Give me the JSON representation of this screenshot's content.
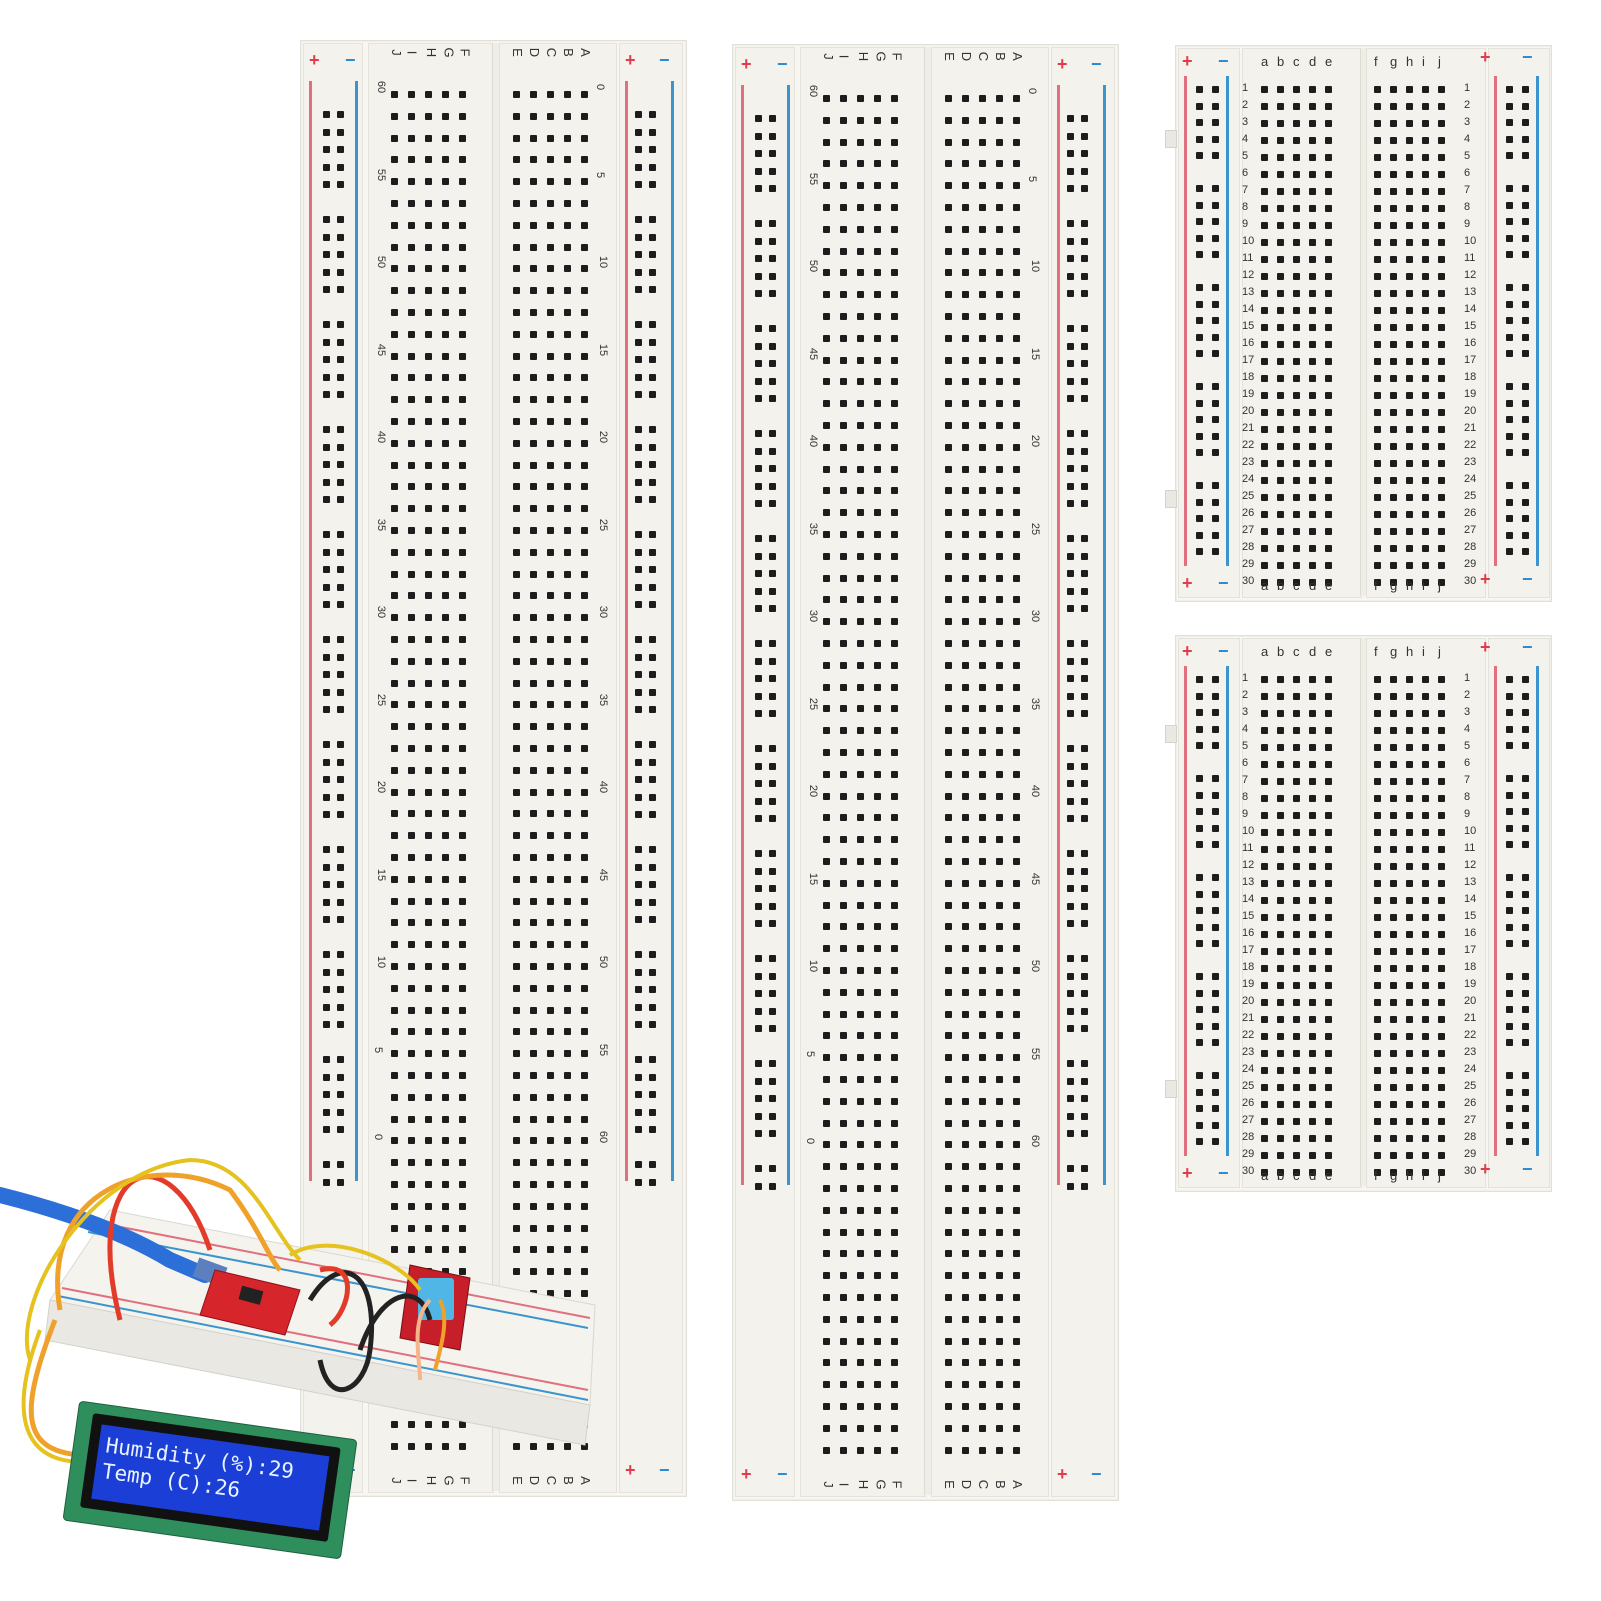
{
  "symbols": {
    "plus": "+",
    "minus": "−"
  },
  "large_boards": {
    "board1": {
      "cols_left": [
        "J",
        "I",
        "H",
        "G",
        "F"
      ],
      "cols_right": [
        "E",
        "D",
        "C",
        "B",
        "A"
      ],
      "numbers_left": [
        "60",
        "55",
        "50",
        "45",
        "40",
        "35",
        "30",
        "25",
        "20",
        "15",
        "10",
        "5",
        "0"
      ],
      "numbers_right": [
        "0",
        "5",
        "10",
        "15",
        "20",
        "25",
        "30",
        "35",
        "40",
        "45",
        "50",
        "55",
        "60"
      ]
    },
    "board2": {
      "cols_left": [
        "J",
        "I",
        "H",
        "G",
        "F"
      ],
      "cols_right": [
        "E",
        "D",
        "C",
        "B",
        "A"
      ],
      "numbers_left": [
        "60",
        "55",
        "50",
        "45",
        "40",
        "35",
        "30",
        "25",
        "20",
        "15",
        "10",
        "5",
        "0"
      ],
      "numbers_right": [
        "0",
        "5",
        "10",
        "15",
        "20",
        "25",
        "30",
        "35",
        "40",
        "45",
        "50",
        "55",
        "60"
      ]
    }
  },
  "small_boards": {
    "cols_left": [
      "a",
      "b",
      "c",
      "d",
      "e"
    ],
    "cols_right": [
      "f",
      "g",
      "h",
      "i",
      "j"
    ],
    "rows": [
      "1",
      "2",
      "3",
      "4",
      "5",
      "6",
      "7",
      "8",
      "9",
      "10",
      "11",
      "12",
      "13",
      "14",
      "15",
      "16",
      "17",
      "18",
      "19",
      "20",
      "21",
      "22",
      "23",
      "24",
      "25",
      "26",
      "27",
      "28",
      "29",
      "30"
    ]
  },
  "lcd": {
    "line1": "Humidity (%):29",
    "line2": "Temp (C):26"
  },
  "colors": {
    "rail_red": "#e0707e",
    "rail_blue": "#3b94cc",
    "lcd_blue": "#1b3fd6",
    "pcb_green": "#2f8f5c",
    "usb_blue": "#2c6fd8"
  }
}
